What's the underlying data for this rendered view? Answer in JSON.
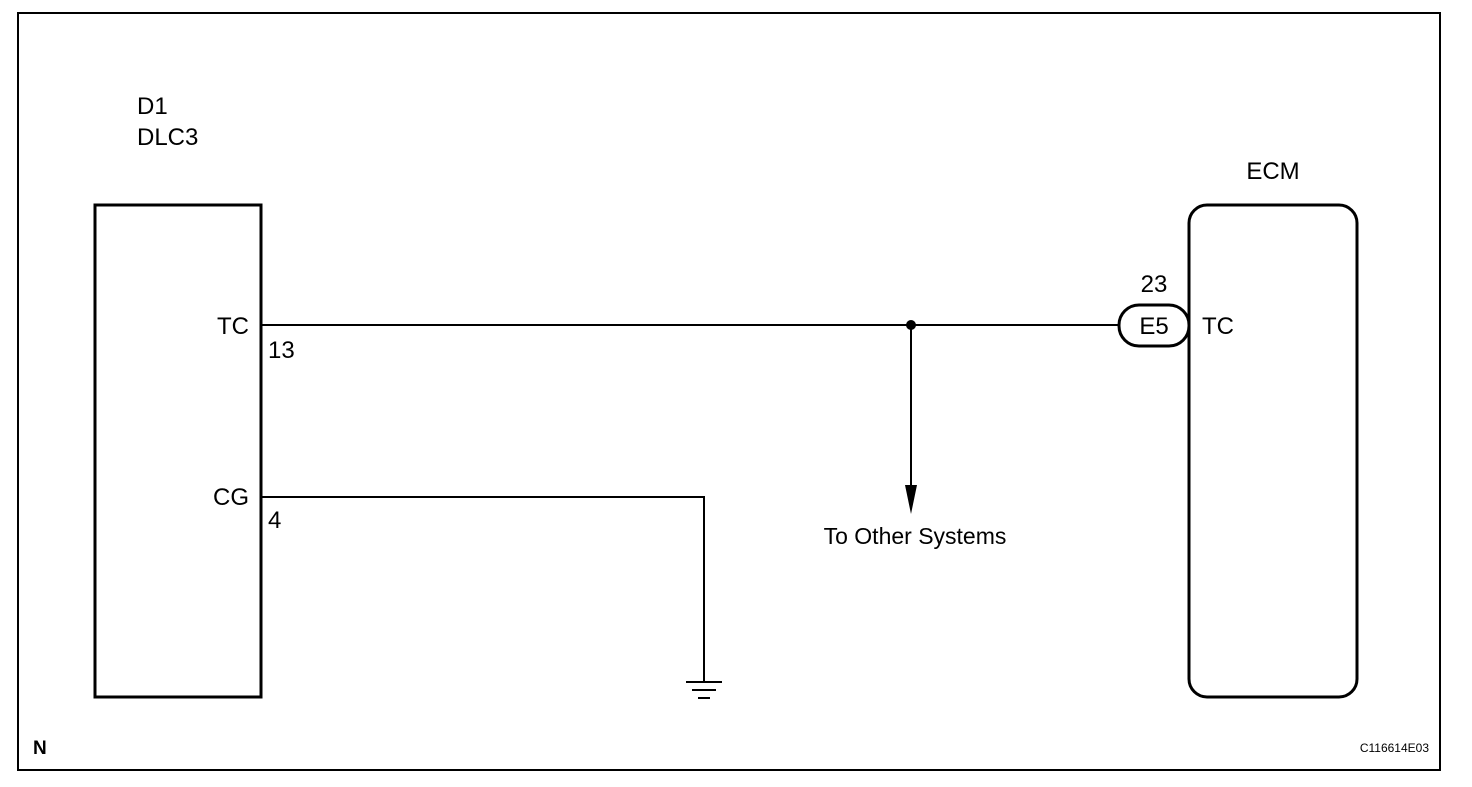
{
  "dlc3": {
    "ref": "D1",
    "name": "DLC3",
    "pins": [
      {
        "label": "TC",
        "number": "13"
      },
      {
        "label": "CG",
        "number": "4"
      }
    ]
  },
  "ecm": {
    "name": "ECM",
    "pin": {
      "label": "TC",
      "number": "23"
    },
    "connector": "E5"
  },
  "branch": {
    "label": "To Other Systems"
  },
  "footer": {
    "corner_mark": "N",
    "figure_id": "C116614E03"
  }
}
